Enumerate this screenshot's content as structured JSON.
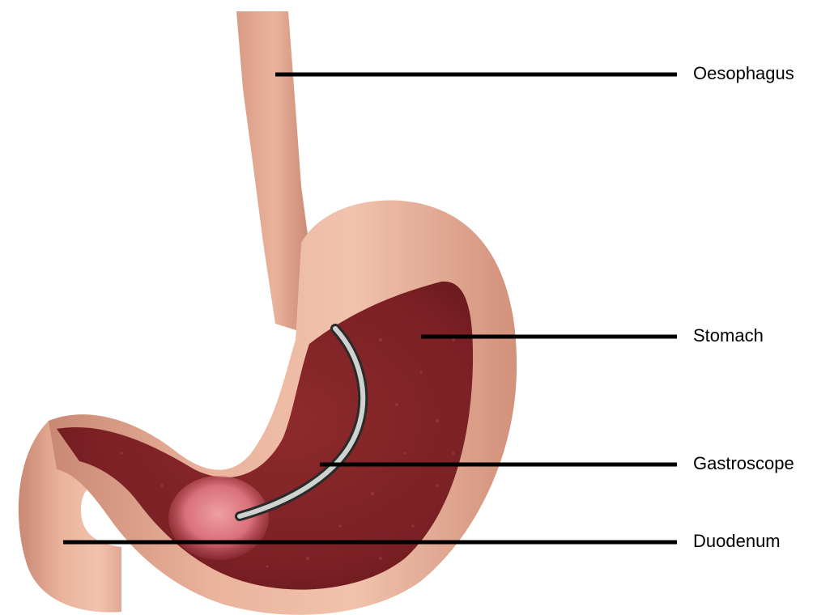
{
  "colors": {
    "tissue_outer": "#e4a48c",
    "tissue_light": "#f1c3ad",
    "tissue_shadow": "#c98873",
    "interior_dark": "#6e1a1e",
    "interior_mid": "#8e2a2c",
    "pylorus_glow": "#e2858a",
    "scope_body": "#cfd3d0",
    "scope_outline": "#2a2a2a",
    "leader_line": "#000000"
  },
  "labels": {
    "oesophagus": "Oesophagus",
    "stomach": "Stomach",
    "gastroscope": "Gastroscope",
    "duodenum": "Duodenum"
  }
}
